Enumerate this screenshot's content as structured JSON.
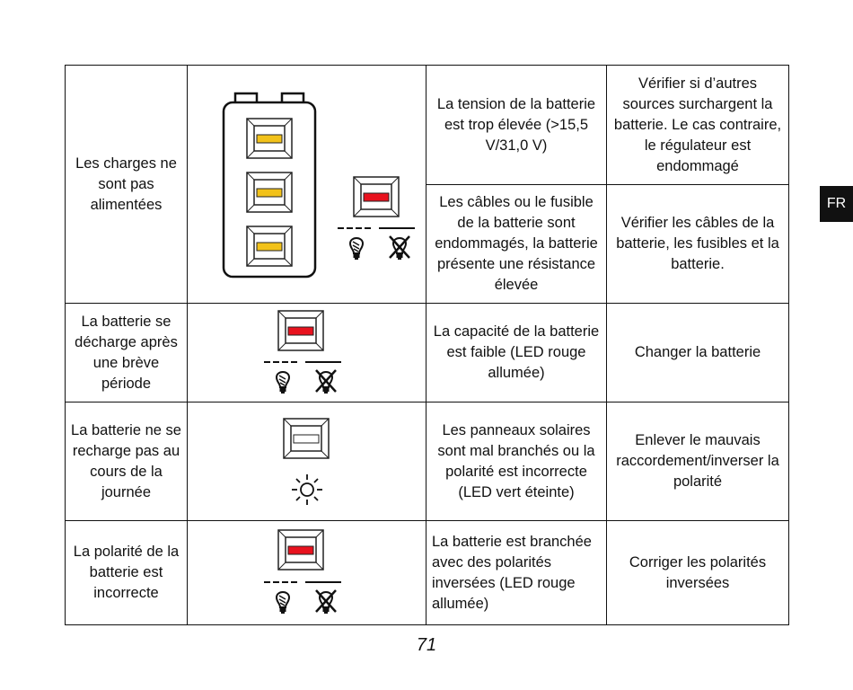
{
  "language_tab": "FR",
  "page_number": "71",
  "colors": {
    "led_amber": "#f2c21a",
    "led_red": "#e8121e",
    "border": "#111111"
  },
  "icons": [
    "battery-icon",
    "led-indicator-icon",
    "bulb-on-icon",
    "bulb-off-icon",
    "sun-icon"
  ],
  "rows": [
    {
      "problem": "Les charges ne sont pas alimentées",
      "causes": [
        {
          "cause": "La tension de la batterie est trop élevée (>15,5 V/31,0 V)",
          "solution": "Vérifier si d’autres sources surchargent la batterie. Le cas contraire, le régulateur est endommagé"
        },
        {
          "cause": "Les câbles ou le fusible de la batterie sont endommagés, la batterie présente une résistance élevée",
          "solution": "Vérifier les câbles de la batterie, les fusibles et la batterie."
        }
      ]
    },
    {
      "problem": "La batterie se décharge après une brève période",
      "cause": "La capacité de la batterie est faible (LED rouge allumée)",
      "solution": "Changer la batterie"
    },
    {
      "problem": "La batterie ne se recharge pas au cours de la journée",
      "cause": "Les panneaux solaires sont mal branchés ou la polarité est incorrecte (LED vert éteinte)",
      "solution": "Enlever le mauvais raccordement/inverser la polarité"
    },
    {
      "problem": "La polarité de la batterie est incorrecte",
      "cause": "La batterie est branchée avec des polarités inversées (LED rouge allumée)",
      "solution": "Corriger les polarités inversées"
    }
  ]
}
